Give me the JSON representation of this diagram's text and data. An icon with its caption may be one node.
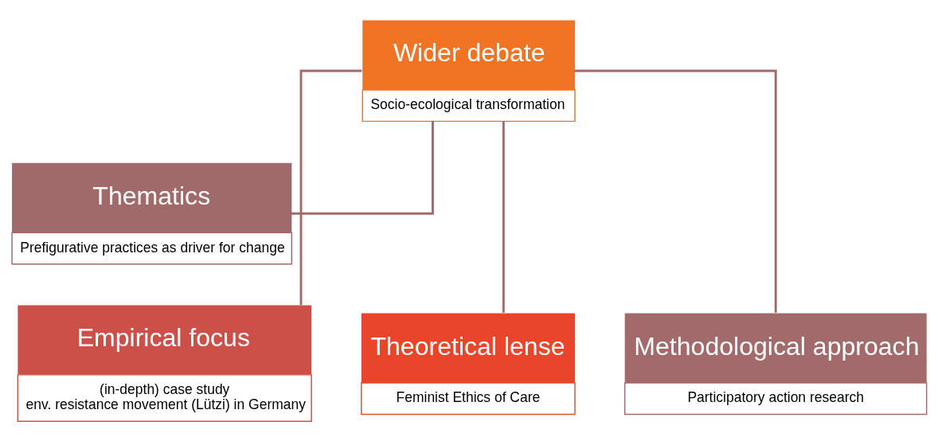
{
  "diagram": {
    "nodes": [
      {
        "text": [
          "Wider debate",
          "Socio-ecological transformation"
        ]
      },
      {
        "text": [
          "Thematics",
          "Prefigurative practices as driver for change"
        ]
      },
      {
        "text": [
          "Theoretical lense",
          "Feminist Ethics of Care"
        ]
      },
      {
        "text": [
          "Empirical focus",
          "(in-depth) case study",
          "env. resistance movement (Lützi) in Germany"
        ]
      },
      {
        "text": [
          "Methodological approach",
          "Participatory action research"
        ]
      }
    ],
    "edges": [
      {
        "from": 0,
        "to": 1,
        "arrow": "none"
      },
      {
        "from": 0,
        "to": 2,
        "arrow": "none"
      },
      {
        "from": 0,
        "to": 3,
        "arrow": "none"
      },
      {
        "from": 0,
        "to": 4,
        "arrow": "none"
      }
    ]
  }
}
